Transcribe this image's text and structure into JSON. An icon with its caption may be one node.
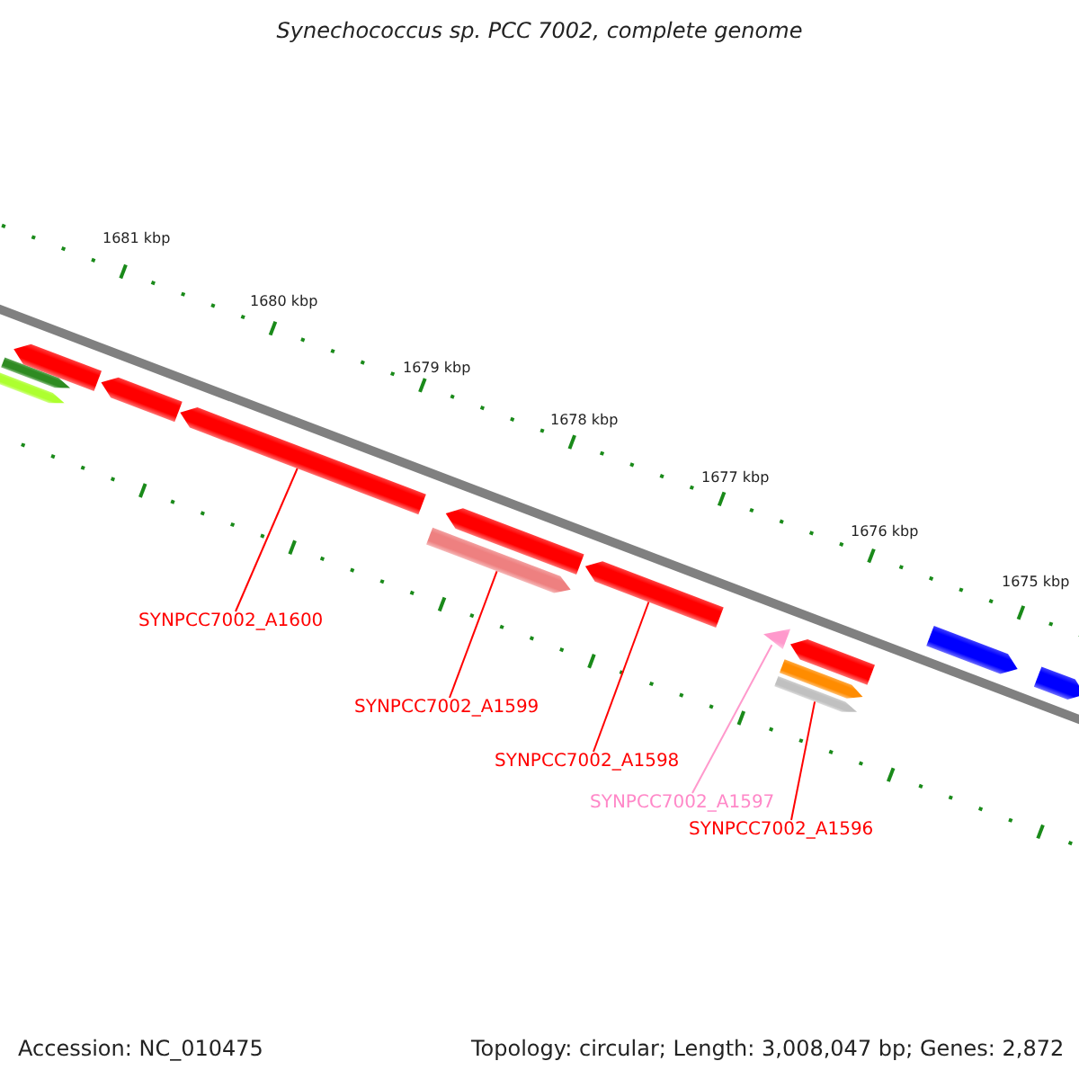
{
  "diagram": {
    "title": "Synechococcus sp. PCC 7002, complete genome",
    "nodes": [
      {
        "text": [
          "SYNPCC7002_A1600"
        ]
      },
      {
        "text": [
          "SYNPCC7002_A1599"
        ]
      },
      {
        "text": [
          "SYNPCC7002_A1598"
        ]
      },
      {
        "text": [
          "SYNPCC7002_A1597"
        ]
      },
      {
        "text": [
          "SYNPCC7002_A1596"
        ]
      },
      {
        "text": [],
        "shape": "bar"
      },
      {
        "text": [],
        "shape": "bar"
      },
      {
        "text": [],
        "shape": "bar"
      },
      {
        "text": [],
        "shape": "triangle"
      },
      {
        "text": [],
        "shape": "bar"
      },
      {
        "text": [],
        "shape": "bar"
      },
      {
        "text": [],
        "shape": "bar"
      },
      {
        "text": [],
        "shape": "bar"
      },
      {
        "text": [],
        "shape": "bar"
      },
      {
        "text": [],
        "shape": "bar"
      },
      {
        "text": [],
        "shape": "bar"
      },
      {
        "text": [],
        "shape": "bar"
      },
      {
        "text": [],
        "shape": "bar"
      },
      {
        "text": [],
        "shape": "bar"
      }
    ],
    "edges": [
      {
        "from": 0,
        "to": 5,
        "arrow": "none"
      },
      {
        "from": 1,
        "to": 6,
        "arrow": "none"
      },
      {
        "from": 2,
        "to": 7,
        "arrow": "none"
      },
      {
        "from": 3,
        "to": 8,
        "arrow": "none",
        "color": "#ff99cc"
      },
      {
        "from": 4,
        "to": 9,
        "arrow": "none"
      }
    ],
    "labels": [
      "1681 kbp",
      "1680 kbp",
      "1679 kbp",
      "1678 kbp",
      "1677 kbp",
      "1676 kbp",
      "1675 kbp",
      "Accession: NC_010475",
      "Topology: circular; Length: 3,008,047 bp; Genes: 2,872"
    ]
  }
}
